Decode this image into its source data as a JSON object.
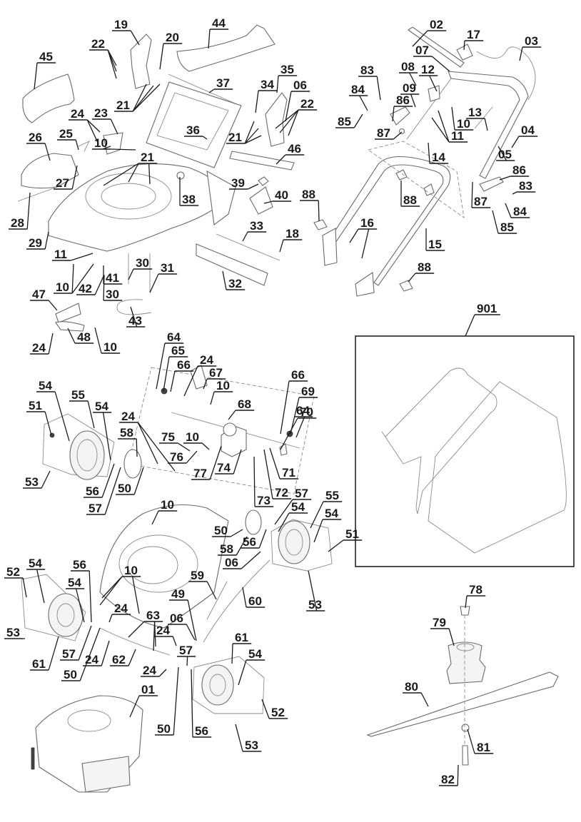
{
  "diagram": {
    "type": "exploded-parts-view",
    "subject": "lawn mower",
    "inset_label": "901",
    "labels": [
      {
        "id": "l02",
        "text": "02"
      },
      {
        "id": "l17",
        "text": "17"
      },
      {
        "id": "l03",
        "text": "03"
      },
      {
        "id": "l07",
        "text": "07"
      },
      {
        "id": "l08",
        "text": "08"
      },
      {
        "id": "l12",
        "text": "12"
      },
      {
        "id": "l83a",
        "text": "83"
      },
      {
        "id": "l84a",
        "text": "84"
      },
      {
        "id": "l09",
        "text": "09"
      },
      {
        "id": "l86a",
        "text": "86"
      },
      {
        "id": "l85a",
        "text": "85"
      },
      {
        "id": "l87a",
        "text": "87"
      },
      {
        "id": "l13",
        "text": "13"
      },
      {
        "id": "l10h",
        "text": "10"
      },
      {
        "id": "l11h",
        "text": "11"
      },
      {
        "id": "l04",
        "text": "04"
      },
      {
        "id": "l05",
        "text": "05"
      },
      {
        "id": "l14",
        "text": "14"
      },
      {
        "id": "l86b",
        "text": "86"
      },
      {
        "id": "l83b",
        "text": "83"
      },
      {
        "id": "l87b",
        "text": "87"
      },
      {
        "id": "l84b",
        "text": "84"
      },
      {
        "id": "l85b",
        "text": "85"
      },
      {
        "id": "l88a",
        "text": "88"
      },
      {
        "id": "l88b",
        "text": "88"
      },
      {
        "id": "l16",
        "text": "16"
      },
      {
        "id": "l15",
        "text": "15"
      },
      {
        "id": "l88c",
        "text": "88"
      },
      {
        "id": "l901",
        "text": "901"
      },
      {
        "id": "l19",
        "text": "19"
      },
      {
        "id": "l44",
        "text": "44"
      },
      {
        "id": "l22a",
        "text": "22"
      },
      {
        "id": "l20",
        "text": "20"
      },
      {
        "id": "l45",
        "text": "45"
      },
      {
        "id": "l37",
        "text": "37"
      },
      {
        "id": "l35",
        "text": "35"
      },
      {
        "id": "l34",
        "text": "34"
      },
      {
        "id": "l06a",
        "text": "06"
      },
      {
        "id": "l21a",
        "text": "21"
      },
      {
        "id": "l22b",
        "text": "22"
      },
      {
        "id": "l24a",
        "text": "24"
      },
      {
        "id": "l23",
        "text": "23"
      },
      {
        "id": "l21b",
        "text": "21"
      },
      {
        "id": "l36",
        "text": "36"
      },
      {
        "id": "l26",
        "text": "26"
      },
      {
        "id": "l25",
        "text": "25"
      },
      {
        "id": "l10a",
        "text": "10"
      },
      {
        "id": "l46",
        "text": "46"
      },
      {
        "id": "l21c",
        "text": "21"
      },
      {
        "id": "l27",
        "text": "27"
      },
      {
        "id": "l38",
        "text": "38"
      },
      {
        "id": "l39",
        "text": "39"
      },
      {
        "id": "l40",
        "text": "40"
      },
      {
        "id": "l28",
        "text": "28"
      },
      {
        "id": "l33",
        "text": "33"
      },
      {
        "id": "l18",
        "text": "18"
      },
      {
        "id": "l29",
        "text": "29"
      },
      {
        "id": "l11a",
        "text": "11"
      },
      {
        "id": "l30a",
        "text": "30"
      },
      {
        "id": "l31",
        "text": "31"
      },
      {
        "id": "l10b",
        "text": "10"
      },
      {
        "id": "l41",
        "text": "41"
      },
      {
        "id": "l32",
        "text": "32"
      },
      {
        "id": "l42",
        "text": "42"
      },
      {
        "id": "l30b",
        "text": "30"
      },
      {
        "id": "l47",
        "text": "47"
      },
      {
        "id": "l43",
        "text": "43"
      },
      {
        "id": "l24b",
        "text": "24"
      },
      {
        "id": "l48",
        "text": "48"
      },
      {
        "id": "l10c",
        "text": "10"
      },
      {
        "id": "l64a",
        "text": "64"
      },
      {
        "id": "l65",
        "text": "65"
      },
      {
        "id": "l66a",
        "text": "66"
      },
      {
        "id": "l24c",
        "text": "24"
      },
      {
        "id": "l67",
        "text": "67"
      },
      {
        "id": "l10d",
        "text": "10"
      },
      {
        "id": "l68",
        "text": "68"
      },
      {
        "id": "l66b",
        "text": "66"
      },
      {
        "id": "l69",
        "text": "69"
      },
      {
        "id": "l64b",
        "text": "64"
      },
      {
        "id": "l54a",
        "text": "54"
      },
      {
        "id": "l55a",
        "text": "55"
      },
      {
        "id": "l51a",
        "text": "51"
      },
      {
        "id": "l54b",
        "text": "54"
      },
      {
        "id": "l24d",
        "text": "24"
      },
      {
        "id": "l58a",
        "text": "58"
      },
      {
        "id": "l75",
        "text": "75"
      },
      {
        "id": "l10e",
        "text": "10"
      },
      {
        "id": "l70",
        "text": "70"
      },
      {
        "id": "l76",
        "text": "76"
      },
      {
        "id": "l77",
        "text": "77"
      },
      {
        "id": "l74",
        "text": "74"
      },
      {
        "id": "l71",
        "text": "71"
      },
      {
        "id": "l53a",
        "text": "53"
      },
      {
        "id": "l56a",
        "text": "56"
      },
      {
        "id": "l72",
        "text": "72"
      },
      {
        "id": "l50a",
        "text": "50"
      },
      {
        "id": "l73",
        "text": "73"
      },
      {
        "id": "l57a",
        "text": "57"
      },
      {
        "id": "l57b",
        "text": "57"
      },
      {
        "id": "l10f",
        "text": "10"
      },
      {
        "id": "l55b",
        "text": "55"
      },
      {
        "id": "l54c",
        "text": "54"
      },
      {
        "id": "l54d",
        "text": "54"
      },
      {
        "id": "l50b",
        "text": "50"
      },
      {
        "id": "l51b",
        "text": "51"
      },
      {
        "id": "l58b",
        "text": "58"
      },
      {
        "id": "l56b",
        "text": "56"
      },
      {
        "id": "l06b",
        "text": "06"
      },
      {
        "id": "l10g",
        "text": "10"
      },
      {
        "id": "l52a",
        "text": "52"
      },
      {
        "id": "l54e",
        "text": "54"
      },
      {
        "id": "l56c",
        "text": "56"
      },
      {
        "id": "l59",
        "text": "59"
      },
      {
        "id": "l60",
        "text": "60"
      },
      {
        "id": "l54f",
        "text": "54"
      },
      {
        "id": "l53b",
        "text": "53"
      },
      {
        "id": "l49",
        "text": "49"
      },
      {
        "id": "l63",
        "text": "63"
      },
      {
        "id": "l24e",
        "text": "24"
      },
      {
        "id": "l06c",
        "text": "06"
      },
      {
        "id": "l24f",
        "text": "24"
      },
      {
        "id": "l61a",
        "text": "61"
      },
      {
        "id": "l57c",
        "text": "57"
      },
      {
        "id": "l53c",
        "text": "53"
      },
      {
        "id": "l62",
        "text": "62"
      },
      {
        "id": "l61b",
        "text": "61"
      },
      {
        "id": "l54g",
        "text": "54"
      },
      {
        "id": "l57d",
        "text": "57"
      },
      {
        "id": "l50c",
        "text": "50"
      },
      {
        "id": "l24g",
        "text": "24"
      },
      {
        "id": "l24h",
        "text": "24"
      },
      {
        "id": "l01",
        "text": "01"
      },
      {
        "id": "l52b",
        "text": "52"
      },
      {
        "id": "l50d",
        "text": "50"
      },
      {
        "id": "l56d",
        "text": "56"
      },
      {
        "id": "l53d",
        "text": "53"
      },
      {
        "id": "l78",
        "text": "78"
      },
      {
        "id": "l79",
        "text": "79"
      },
      {
        "id": "l80",
        "text": "80"
      },
      {
        "id": "l81",
        "text": "81"
      },
      {
        "id": "l82",
        "text": "82"
      }
    ]
  }
}
